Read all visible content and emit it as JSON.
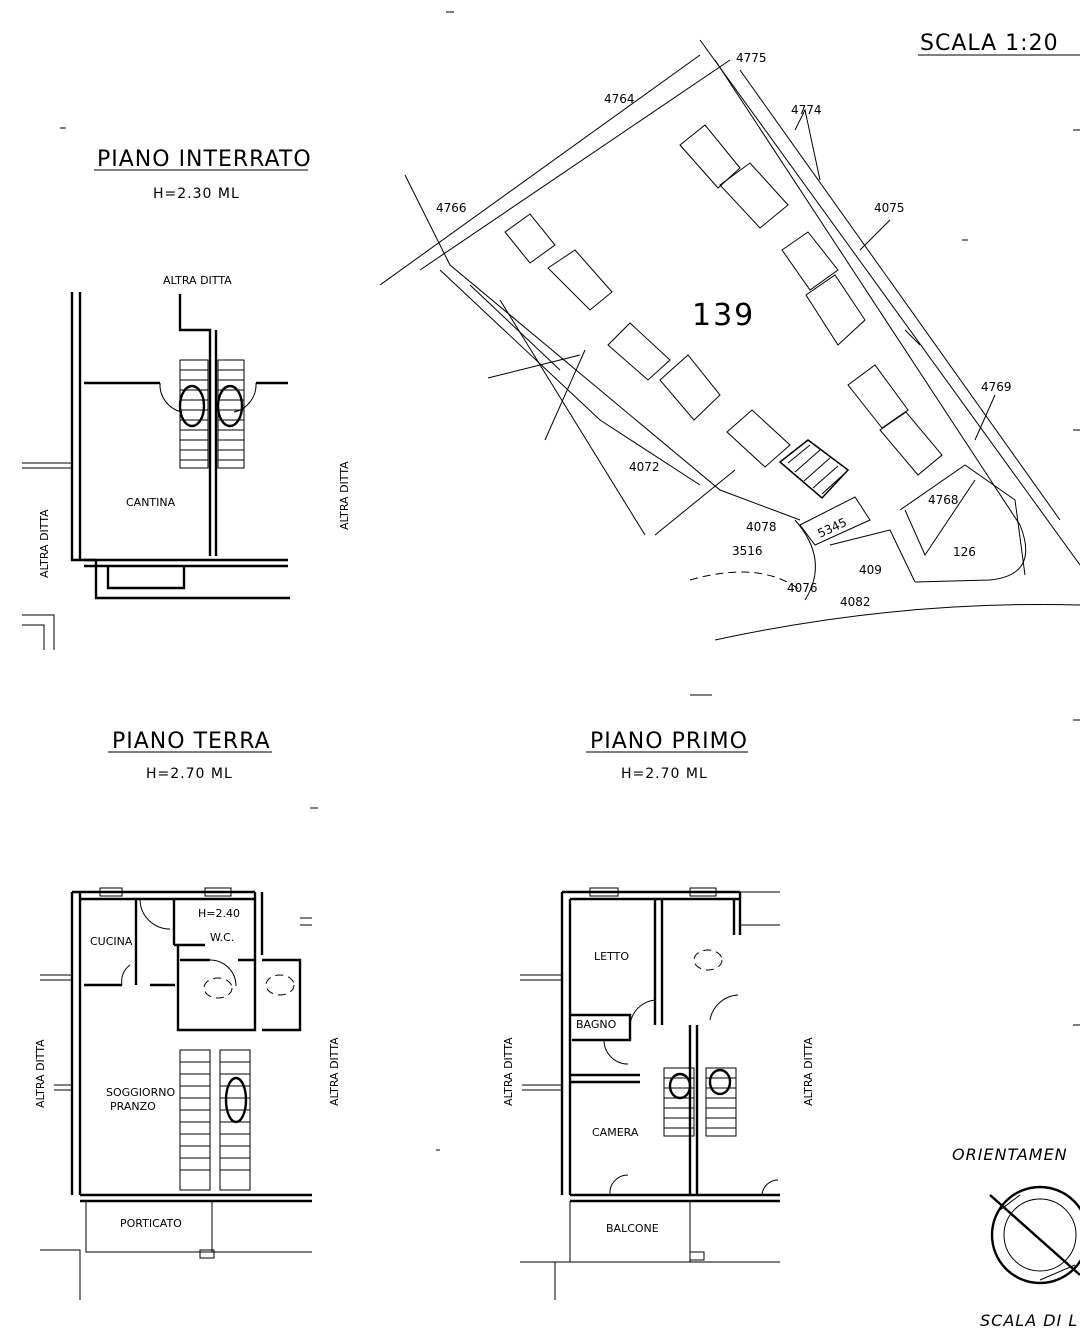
{
  "scale_label": "SCALA  1:20",
  "plans": {
    "interrato": {
      "title": "PIANO  INTERRATO",
      "height": "H=2.30  ML",
      "altra_top": "ALTRA  DITTA",
      "altra_left": "ALTRA DITTA",
      "altra_right": "ALTRA DITTA",
      "room": "CANTINA"
    },
    "terra": {
      "title": "PIANO  TERRA",
      "height": "H=2.70  ML",
      "altra_left": "ALTRA DITTA",
      "altra_right": "ALTRA DITTA",
      "rooms": {
        "cucina": "CUCINA",
        "wc": "W.C.",
        "wc_height": "H=2.40",
        "soggiorno_1": "SOGGIORNO",
        "soggiorno_2": "PRANZO",
        "porticato": "PORTICATO"
      }
    },
    "primo": {
      "title": "PIANO  PRIMO",
      "height": "H=2.70  ML",
      "altra_left": "ALTRA DITTA",
      "altra_right": "ALTRA DITTA",
      "rooms": {
        "letto": "LETTO",
        "bagno": "BAGNO",
        "camera": "CAMERA",
        "balcone": "BALCONE"
      }
    }
  },
  "site_plan": {
    "main_parcel": "139",
    "parcels": [
      "4775",
      "4764",
      "4774",
      "4766",
      "4075",
      "4769",
      "4072",
      "4768",
      "4078",
      "5345",
      "3516",
      "126",
      "409",
      "4076",
      "4082"
    ]
  },
  "orientation_label": "ORIENTAMEN",
  "bottom_label": "SCALA DI L"
}
